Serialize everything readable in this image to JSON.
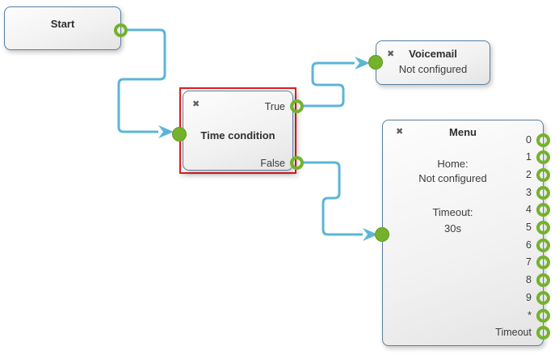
{
  "nodes": {
    "start": {
      "title": "Start"
    },
    "time_condition": {
      "title": "Time condition",
      "true_label": "True",
      "false_label": "False",
      "selected": true
    },
    "voicemail": {
      "title": "Voicemail",
      "status": "Not configured"
    },
    "menu": {
      "title": "Menu",
      "home_label": "Home:",
      "home_value": "Not configured",
      "timeout_label": "Timeout:",
      "timeout_value": "30s",
      "ports": [
        "0",
        "1",
        "2",
        "3",
        "4",
        "5",
        "6",
        "7",
        "8",
        "9",
        "*",
        "Timeout"
      ]
    }
  },
  "icons": {
    "delete_glyph": "✖"
  },
  "colors": {
    "node_border": "#587fa0",
    "selection_red": "#e01b1b",
    "connector_blue": "#5cb5d6",
    "port_green": "#74b22c",
    "node_fill_top": "#fdfdfd",
    "node_fill_bottom": "#e4e4e4"
  }
}
